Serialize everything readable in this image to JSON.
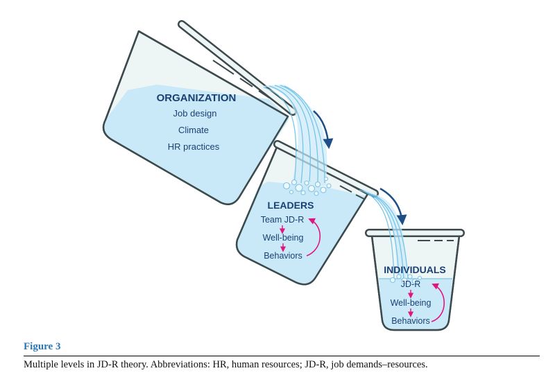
{
  "diagram": {
    "organization": {
      "title": "ORGANIZATION",
      "items": [
        "Job design",
        "Climate",
        "HR practices"
      ]
    },
    "leaders": {
      "title": "LEADERS",
      "items": [
        "Team JD-R",
        "Well-being",
        "Behaviors"
      ]
    },
    "individuals": {
      "title": "INDIVIDUALS",
      "items": [
        "JD-R",
        "Well-being",
        "Behaviors"
      ]
    }
  },
  "colors": {
    "water": "#c9e9f8",
    "glass": "#eef5f5",
    "outline": "#3c4a4d",
    "text": "#1b3f73",
    "cycle_arrow": "#e0157e",
    "flow_arrow": "#1d4f86",
    "figure_label": "#2a77b8"
  },
  "figure": {
    "label": "Figure 3",
    "caption": "Multiple levels in JD-R theory. Abbreviations: HR, human resources; JD-R, job demands–resources."
  }
}
